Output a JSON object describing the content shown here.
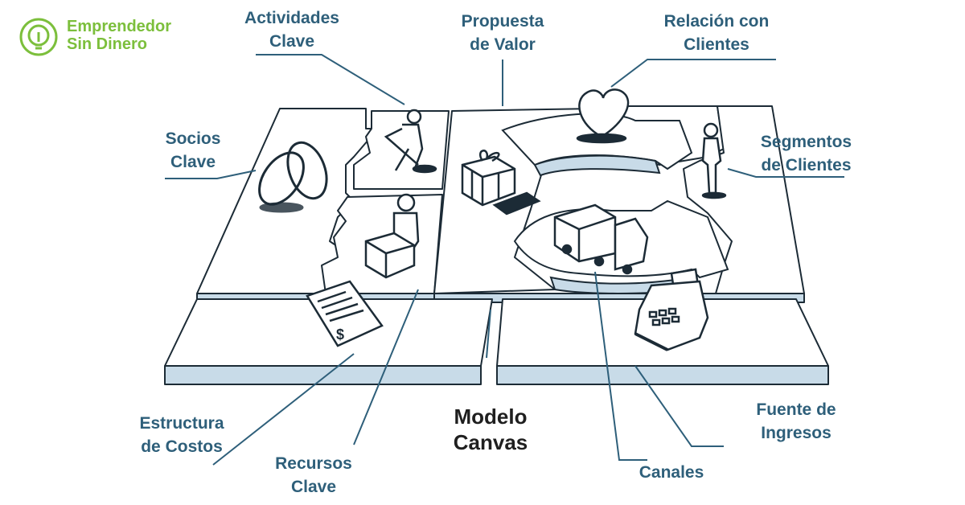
{
  "brand": {
    "name": "Emprendedor\nSin Dinero",
    "icon": "lightbulb-icon",
    "color": "#7cbf3c"
  },
  "title": "Modelo\nCanvas",
  "blocks": {
    "socios_clave": "Socios\nClave",
    "actividades_clave": "Actividades\nClave",
    "recursos_clave": "Recursos\nClave",
    "propuesta_valor": "Propuesta\nde Valor",
    "relacion_clientes": "Relación con\nClientes",
    "canales": "Canales",
    "segmentos_clientes": "Segmentos\nde Clientes",
    "estructura_costos": "Estructura\nde Costos",
    "fuente_ingresos": "Fuente de\nIngresos"
  },
  "colors": {
    "label": "#2e5f7a",
    "board_fill": "#ffffff",
    "board_edge": "#c8dbe8",
    "ink": "#1c2b36"
  },
  "icons": [
    "chain-links-icon",
    "digging-worker-icon",
    "worker-with-box-icon",
    "gift-box-icon",
    "heart-icon",
    "delivery-truck-icon",
    "standing-person-icon",
    "invoice-document-icon",
    "cash-register-icon"
  ]
}
